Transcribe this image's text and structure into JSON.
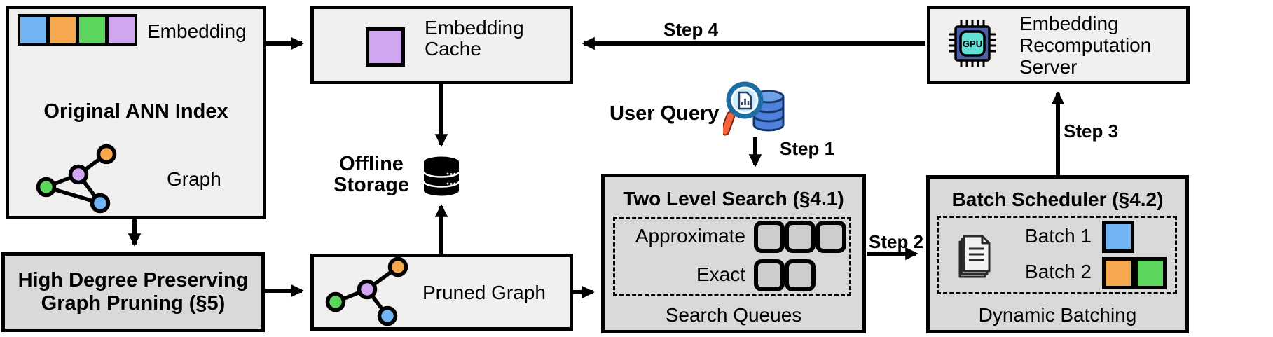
{
  "colors": {
    "box_light": "#f1f0ee",
    "box_dark": "#d9d9d9",
    "blue": "#70b4f4",
    "orange": "#f6a84e",
    "green": "#5cd65c",
    "purple": "#cfa6ef",
    "queue_square": "#cdcdcd",
    "gpu_body": "#4d5fa8",
    "gpu_core": "#63e0d4",
    "db_blue": "#4f81dd",
    "db_blue_top": "#6fa0e8",
    "db_outline": "#16386e",
    "lens_fill": "#c8ecf9",
    "lens_rim": "#1d6da1",
    "handle_orange": "#f4633a",
    "arrow_black": "#000000"
  },
  "ann_index": {
    "title": "Original ANN Index",
    "embedding_label": "Embedding",
    "graph_label": "Graph"
  },
  "embedding_cache": {
    "title": "Embedding\nCache"
  },
  "recomputation_server": {
    "title": "Embedding\nRecomputation\nServer"
  },
  "gpu_icon": {
    "label": "GPU"
  },
  "offline_storage": {
    "label": "Offline\nStorage"
  },
  "user_query": {
    "label": "User Query"
  },
  "high_degree_pruning": {
    "title": "High Degree Preserving\nGraph Pruning (§5)"
  },
  "pruned_graph": {
    "label": "Pruned Graph"
  },
  "two_level_search": {
    "title": "Two Level Search (§4.1)",
    "approximate_label": "Approximate",
    "exact_label": "Exact",
    "approximate_queue_count": 3,
    "exact_queue_count": 2,
    "footer": "Search Queues"
  },
  "batch_scheduler": {
    "title": "Batch Scheduler (§4.2)",
    "batch1_label": "Batch 1",
    "batch2_label": "Batch 2",
    "footer": "Dynamic Batching"
  },
  "steps": {
    "step1": "Step 1",
    "step2": "Step 2",
    "step3": "Step 3",
    "step4": "Step 4"
  }
}
